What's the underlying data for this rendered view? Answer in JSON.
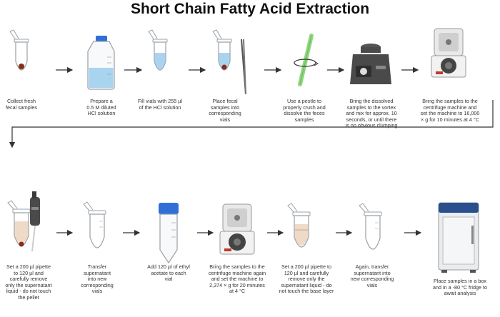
{
  "title": "Short Chain Fatty Acid Extraction",
  "colors": {
    "arrow": "#333333",
    "liquid_blue": "#a9d4f0",
    "liquid_beige": "#efd9c7",
    "pellet": "#8b2d16",
    "tube_outline": "#9aa1a8",
    "cap_blue": "#2f6fd8",
    "pestle_green": "#8fd67e",
    "device_dark": "#4a4a4a",
    "device_light": "#e9e9e9",
    "freezer_blue": "#2a4f8f"
  },
  "row1": [
    {
      "icon": "tube-with-fecal-sample-icon",
      "caption": "Collect fresh\nfecal samples"
    },
    {
      "icon": "hcl-flask-icon",
      "caption": "Prepare a\n0.5 M diluted\nHCl solution"
    },
    {
      "icon": "tube-with-hcl-icon",
      "caption": "Fill vials with 255 µl\nof the HCl solution"
    },
    {
      "icon": "tube-with-tweezers-icon",
      "caption": "Place fecal\nsamples into\ncorresponding\nvials"
    },
    {
      "icon": "pestle-icon",
      "caption": "Use a pestle to\nproperly crush and\ndissolve the feces\nsamples"
    },
    {
      "icon": "vortex-mixer-icon",
      "caption": "Bring the dissolved\nsamples to the vortex\nand mix for approx. 10\nseconds, or until there\nis no obvious clumping"
    },
    {
      "icon": "centrifuge-icon",
      "caption": "Bring the samples to the\ncentrifuge machine and\nset the machine to 16,000\n× g for 10 minutes at 4 °C"
    }
  ],
  "row2": [
    {
      "icon": "pipette-tube-icon",
      "caption": "Set a 200 µl pipette\nto 120 µl and\ncarefully remove\nonly the supernatant\nliquid - do not touch\nthe pellet"
    },
    {
      "icon": "empty-tube-icon",
      "caption": "Transfer\nsupernatant\ninto new\ncorresponding\nvials"
    },
    {
      "icon": "falcon-tube-icon",
      "caption": "Add 120 µl of ethyl\nacetate to each\nvial"
    },
    {
      "icon": "centrifuge-icon",
      "caption": "Bring the samples to the\ncentrifuge machine again\nand set the machine to\n2,374 × g for 20 minutes\nat 4 °C"
    },
    {
      "icon": "tube-with-layers-icon",
      "caption": "Set a 200 µl pipette to\n120 µl and carefully\nremove only the\nsupernatant liquid - do\nnot touch the base layer"
    },
    {
      "icon": "empty-tube-icon",
      "caption": "Again, transfer\nsupernatant into\nnew corresponding\nvials"
    },
    {
      "icon": "freezer-icon",
      "caption": "Place samples in a box\nand in a -80 °C fridge to\nawait analysis"
    }
  ]
}
